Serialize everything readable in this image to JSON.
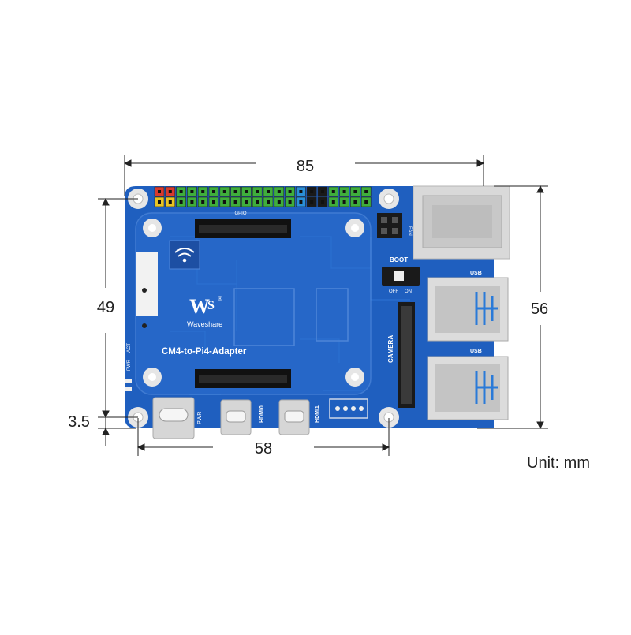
{
  "dimensions": {
    "width": "85",
    "height": "56",
    "hole_spacing_x": "58",
    "hole_spacing_y": "49",
    "hole_offset": "3.5",
    "unit": "Unit: mm"
  },
  "board": {
    "name": "CM4-to-Pi4-Adapter",
    "brand": "Waveshare",
    "gpio_label": "GPIO",
    "boot_label": "BOOT",
    "boot_off": "OFF",
    "boot_on": "ON",
    "camera_label": "CAMERA",
    "usb_top_label": "USB",
    "usb_bottom_label": "USB",
    "pwr_label": "PWR",
    "hdmi0_label": "HDMI0",
    "hdmi1_label": "HDMI1",
    "led_pwr_label": "PWR",
    "led_act_label": "ACT",
    "fan_label": "FAN",
    "colors": {
      "pcb": "#1f5fbf",
      "pcb_dark": "#184f9e",
      "pin_green": "#3fae3c",
      "pin_red": "#d83a2e",
      "pin_yellow": "#e8c423",
      "pin_blue": "#2a8fd8"
    }
  }
}
